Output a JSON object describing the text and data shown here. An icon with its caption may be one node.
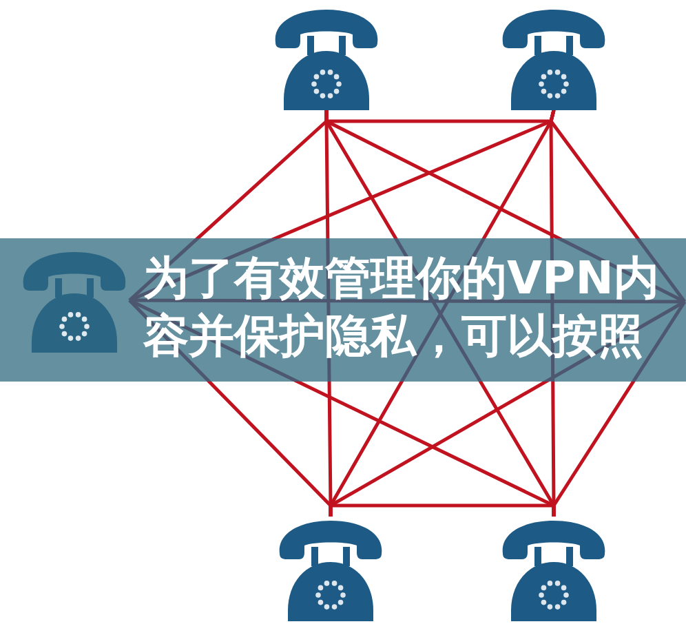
{
  "diagram": {
    "title": "为了有效管理你的VPN内容并保护隐私，可以按照",
    "nodes": [
      {
        "text": [],
        "shape": "picture"
      },
      {
        "text": [],
        "shape": "picture"
      },
      {
        "text": [],
        "shape": "picture"
      },
      {
        "text": [],
        "shape": "picture"
      },
      {
        "text": [],
        "shape": "picture"
      }
    ],
    "edges": [
      {
        "from": 0,
        "to": 1,
        "arrow": "none"
      },
      {
        "from": 0,
        "to": 2,
        "arrow": "none"
      },
      {
        "from": 0,
        "to": 3,
        "arrow": "none"
      },
      {
        "from": 0,
        "to": 4,
        "arrow": "none"
      },
      {
        "from": 0,
        "to": null,
        "arrow": "none"
      },
      {
        "from": 1,
        "to": 2,
        "arrow": "none"
      },
      {
        "from": 1,
        "to": 3,
        "arrow": "none"
      },
      {
        "from": 1,
        "to": 4,
        "arrow": "none"
      },
      {
        "from": 1,
        "to": null,
        "arrow": "none"
      },
      {
        "from": 2,
        "to": 3,
        "arrow": "none"
      },
      {
        "from": 2,
        "to": 4,
        "arrow": "none"
      },
      {
        "from": 2,
        "to": null,
        "arrow": "none"
      },
      {
        "from": 3,
        "to": 4,
        "arrow": "none"
      },
      {
        "from": 3,
        "to": null,
        "arrow": "none"
      },
      {
        "from": 4,
        "to": null,
        "arrow": "none"
      }
    ]
  }
}
